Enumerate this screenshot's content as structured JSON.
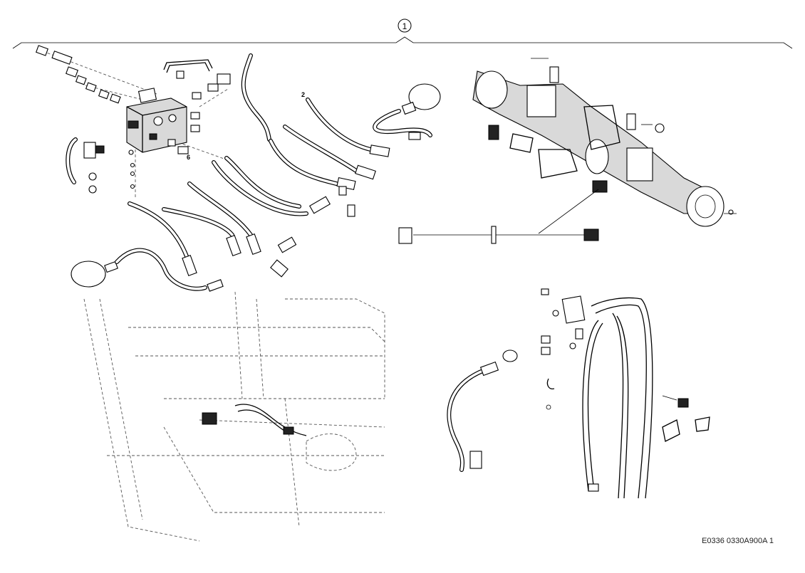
{
  "callout": "1",
  "part_labels": [
    "2",
    "6"
  ],
  "reference": "E0336 0330A900A 1"
}
